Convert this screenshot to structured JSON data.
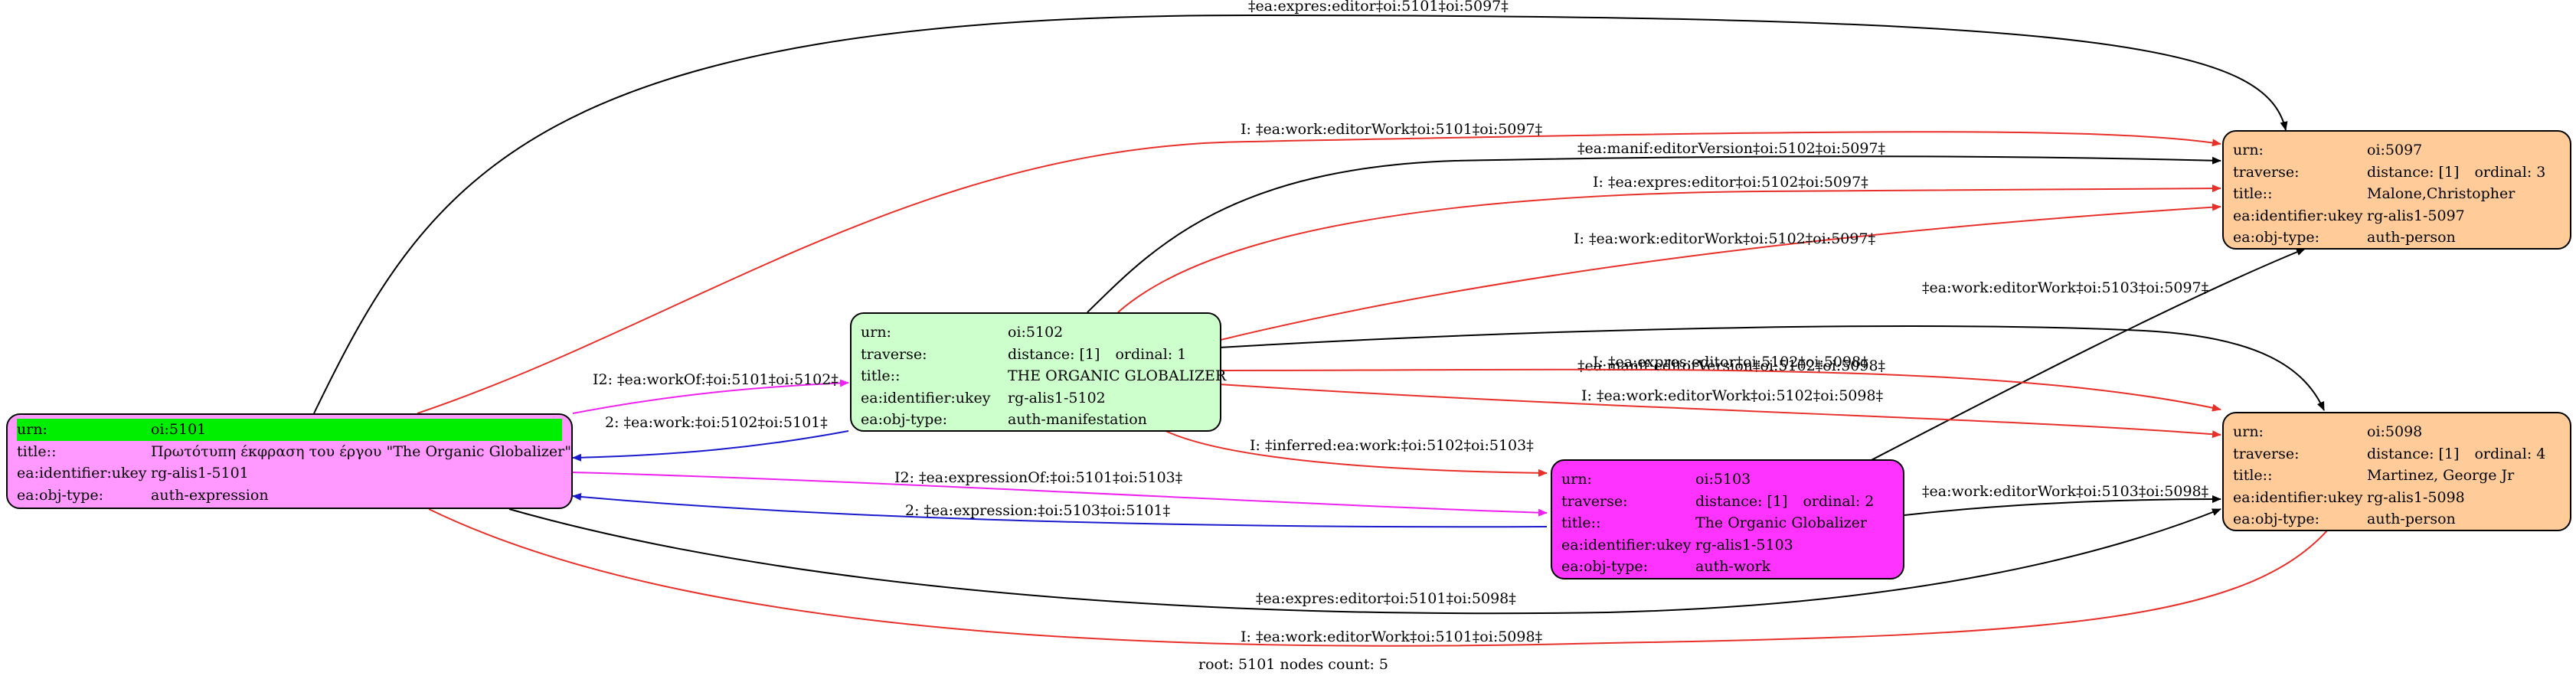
{
  "nodes": {
    "n5101": {
      "urn_key": "urn:",
      "urn_val": "oi:5101",
      "title_key": "title::",
      "title_val": "Πρωτότυπη έκφραση του έργου \"The Organic Globalizer\"",
      "ident_key": "ea:identifier:ukey",
      "ident_val": "rg-alis1-5101",
      "type_key": "ea:obj-type:",
      "type_val": "auth-expression",
      "fill": "#ff99ff"
    },
    "n5102": {
      "urn_key": "urn:",
      "urn_val": "oi:5102",
      "traverse_key": "traverse:",
      "distance": "distance: [1]",
      "ordinal": "ordinal: 1",
      "title_key": "title::",
      "title_val": "THE ORGANIC GLOBALIZER",
      "ident_key": "ea:identifier:ukey",
      "ident_val": "rg-alis1-5102",
      "type_key": "ea:obj-type:",
      "type_val": "auth-manifestation",
      "fill": "#ccffcc"
    },
    "n5103": {
      "urn_key": "urn:",
      "urn_val": "oi:5103",
      "traverse_key": "traverse:",
      "distance": "distance: [1]",
      "ordinal": "ordinal: 2",
      "title_key": "title::",
      "title_val": "The Organic Globalizer",
      "ident_key": "ea:identifier:ukey",
      "ident_val": "rg-alis1-5103",
      "type_key": "ea:obj-type:",
      "type_val": "auth-work",
      "fill": "#ff33ff"
    },
    "n5097": {
      "urn_key": "urn:",
      "urn_val": "oi:5097",
      "traverse_key": "traverse:",
      "distance": "distance: [1]",
      "ordinal": "ordinal: 3",
      "title_key": "title::",
      "title_val": "Malone,Christopher",
      "ident_key": "ea:identifier:ukey",
      "ident_val": "rg-alis1-5097",
      "type_key": "ea:obj-type:",
      "type_val": "auth-person",
      "fill": "#ffcc99"
    },
    "n5098": {
      "urn_key": "urn:",
      "urn_val": "oi:5098",
      "traverse_key": "traverse:",
      "distance": "distance: [1]",
      "ordinal": "ordinal: 4",
      "title_key": "title::",
      "title_val": "Martinez, George Jr",
      "ident_key": "ea:identifier:ukey",
      "ident_val": "rg-alis1-5098",
      "type_key": "ea:obj-type:",
      "type_val": "auth-person",
      "fill": "#ffcc99"
    }
  },
  "colors": {
    "black": "#000000",
    "red": "#e8302a",
    "magenta": "#ee22ee",
    "blue": "#1a1acc",
    "highlight": "#00ee00"
  },
  "edges": [
    {
      "label": "‡ea:expres:editor‡oi:5101‡oi:5097‡",
      "color": "black"
    },
    {
      "label": "I: ‡ea:work:editorWork‡oi:5101‡oi:5097‡",
      "color": "red"
    },
    {
      "label": "‡ea:manif:editorVersion‡oi:5102‡oi:5097‡",
      "color": "black"
    },
    {
      "label": "I: ‡ea:expres:editor‡oi:5102‡oi:5097‡",
      "color": "red"
    },
    {
      "label": "I: ‡ea:work:editorWork‡oi:5102‡oi:5097‡",
      "color": "red"
    },
    {
      "label": "‡ea:work:editorWork‡oi:5103‡oi:5097‡",
      "color": "black"
    },
    {
      "label": "‡ea:manif:editorVersion‡oi:5102‡oi:5098‡",
      "color": "black"
    },
    {
      "label": "I: ‡ea:expres:editor‡oi:5102‡oi:5098‡",
      "color": "red"
    },
    {
      "label": "I: ‡ea:work:editorWork‡oi:5102‡oi:5098‡",
      "color": "red"
    },
    {
      "label": "I2: ‡ea:workOf:‡oi:5101‡oi:5102‡",
      "color": "magenta"
    },
    {
      "label": "2: ‡ea:work:‡oi:5102‡oi:5101‡",
      "color": "blue"
    },
    {
      "label": "I: ‡inferred:ea:work:‡oi:5102‡oi:5103‡",
      "color": "red"
    },
    {
      "label": "I2: ‡ea:expressionOf:‡oi:5101‡oi:5103‡",
      "color": "magenta"
    },
    {
      "label": "2: ‡ea:expression:‡oi:5103‡oi:5101‡",
      "color": "blue"
    },
    {
      "label": "‡ea:work:editorWork‡oi:5103‡oi:5098‡",
      "color": "black"
    },
    {
      "label": "‡ea:expres:editor‡oi:5101‡oi:5098‡",
      "color": "black"
    },
    {
      "label": "I: ‡ea:work:editorWork‡oi:5101‡oi:5098‡",
      "color": "red"
    }
  ],
  "caption": "root: 5101 nodes count: 5"
}
